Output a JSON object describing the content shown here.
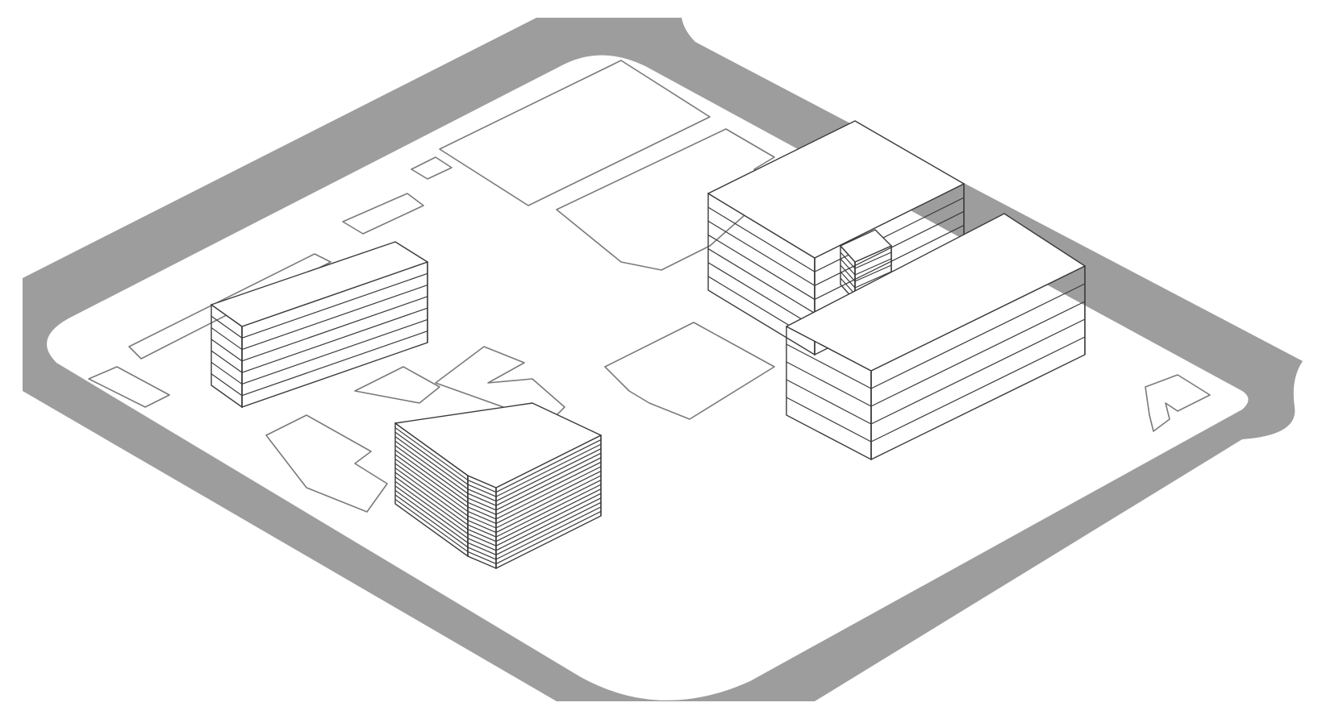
{
  "colors": {
    "road": "#9d9d9d",
    "ground": "#ffffff",
    "outline": "#7a7a7a",
    "edge": "#3a3a3a",
    "building_beige": "#efe2c6",
    "building_teal": "#d2e9e6",
    "building_red": "#db8a88",
    "building_lime": "#e3e9b9"
  },
  "buildings": [
    {
      "color": "building_beige",
      "floors": 7
    },
    {
      "color": "building_teal",
      "floors": 18
    },
    {
      "color": "building_teal",
      "floors": 7
    },
    {
      "color": "building_lime",
      "floors": 6
    },
    {
      "color": "building_red",
      "floors": 5
    }
  ]
}
